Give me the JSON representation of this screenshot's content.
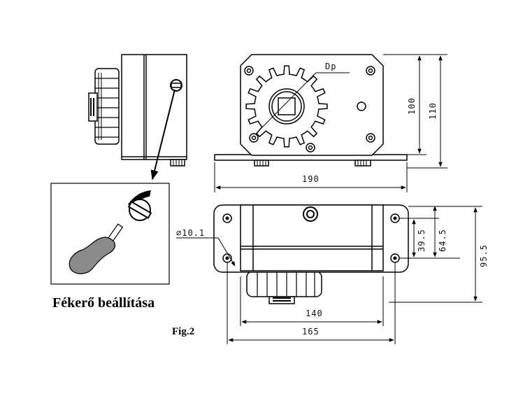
{
  "labels": {
    "pitch_diameter": "Dp",
    "hole_diameter": "∅10.1",
    "caption": "Fékerő beállítása",
    "figure": "Fig.2"
  },
  "dimensions": {
    "height_100": "100",
    "height_110": "110",
    "width_190": "190",
    "depth_39_5": "39.5",
    "depth_64_5": "64.5",
    "depth_95_5": "95.5",
    "width_140": "140",
    "width_165": "165"
  }
}
